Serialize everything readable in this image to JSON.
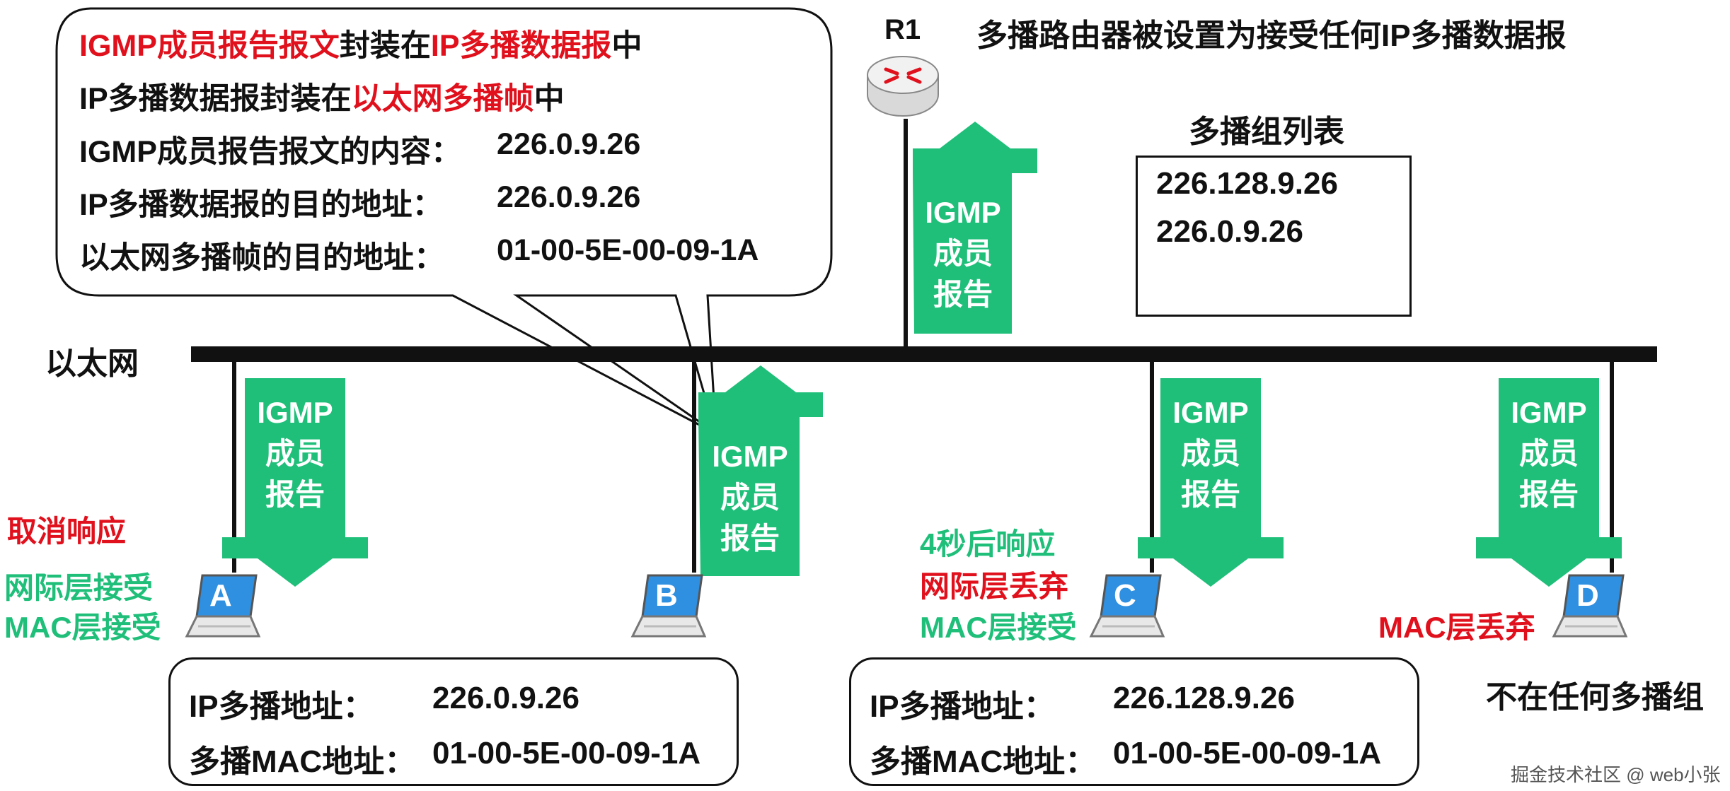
{
  "callout": {
    "line1": [
      "IGMP成员报告报文",
      "封装在",
      "IP多播数据报",
      "中"
    ],
    "line2": [
      "IP多播数据报封装在",
      "以太网多播帧",
      "中"
    ],
    "line3": {
      "label": "IGMP成员报告报文的内容：",
      "value": "226.0.9.26"
    },
    "line4": {
      "label": "IP多播数据报的目的地址：",
      "value": "226.0.9.26"
    },
    "line5": {
      "label": "以太网多播帧的目的地址：",
      "value": "01-00-5E-00-09-1A"
    }
  },
  "router": {
    "label": "R1",
    "note": "多播路由器被设置为接受任何IP多播数据报",
    "group_list_title": "多播组列表",
    "group_list": [
      "226.128.9.26",
      "226.0.9.26"
    ]
  },
  "network_label": "以太网",
  "igmp_arrow": {
    "line1": "IGMP",
    "line2": "成员",
    "line3": "报告"
  },
  "hosts": {
    "A": {
      "label": "A",
      "status": [
        "取消响应",
        "网际层接受",
        "MAC层接受"
      ]
    },
    "B": {
      "label": "B"
    },
    "C": {
      "label": "C",
      "status": [
        "4秒后响应",
        "网际层丢弃",
        "MAC层接受"
      ]
    },
    "D": {
      "label": "D",
      "status": [
        "MAC层丢弃"
      ],
      "note": "不在任何多播组"
    }
  },
  "box_left": {
    "ip_label": "IP多播地址：",
    "ip_value": "226.0.9.26",
    "mac_label": "多播MAC地址：",
    "mac_value": "01-00-5E-00-09-1A"
  },
  "box_right": {
    "ip_label": "IP多播地址：",
    "ip_value": "226.128.9.26",
    "mac_label": "多播MAC地址：",
    "mac_value": "01-00-5E-00-09-1A"
  },
  "watermark": "掘金技术社区 @ web小张",
  "colors": {
    "red": "#e0101c",
    "green": "#1fbf7a",
    "arrow": "#1fbf7a",
    "laptop_screen": "#2f8fe0"
  }
}
